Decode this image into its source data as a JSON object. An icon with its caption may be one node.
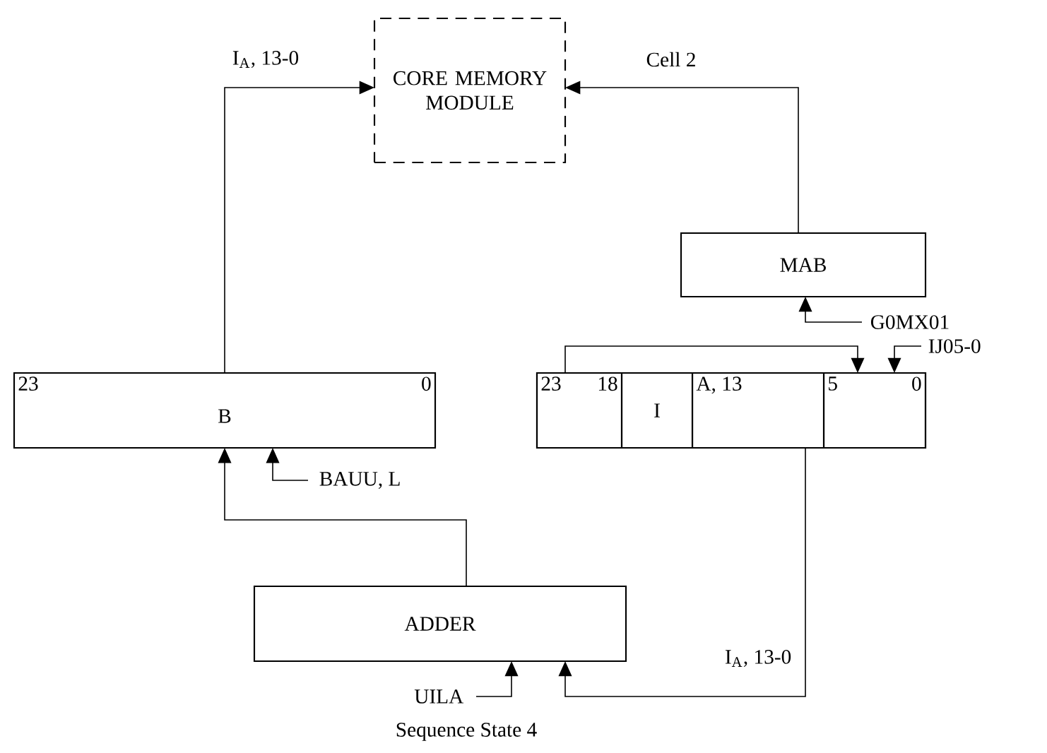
{
  "diagram": {
    "caption": "Sequence State 4",
    "nodes": [
      {
        "text": [
          "CORE MEMORY MODULE"
        ]
      },
      {
        "text": [
          "MAB"
        ]
      },
      {
        "text": [
          "B",
          "23",
          "0"
        ]
      },
      {
        "text": [],
        "shape": "box"
      },
      {
        "text": [
          "23",
          "18"
        ],
        "in": 3
      },
      {
        "text": [
          "I"
        ],
        "in": 3
      },
      {
        "text": [
          "A, 13"
        ],
        "in": 3
      },
      {
        "text": [
          "5",
          "0"
        ],
        "in": 3
      },
      {
        "text": [
          "ADDER"
        ]
      }
    ],
    "edges": [
      {
        "from": 2,
        "to": 0,
        "arrow": "to",
        "label": "I$_{A}$, 13-0"
      },
      {
        "from": 1,
        "to": 0,
        "arrow": "to",
        "label": "Cell 2"
      },
      {
        "from": null,
        "to": 1,
        "arrow": "to",
        "label": "G0MX01"
      },
      {
        "from": 4,
        "to": 7,
        "arrow": "to"
      },
      {
        "from": null,
        "to": 7,
        "arrow": "to",
        "label": "IJ05-0"
      },
      {
        "from": 8,
        "to": 2,
        "arrow": "to"
      },
      {
        "from": null,
        "to": 2,
        "arrow": "to",
        "label": "BAUU, L"
      },
      {
        "from": null,
        "to": 8,
        "arrow": "to",
        "label": "UILA"
      },
      {
        "from": 6,
        "to": 8,
        "arrow": "to",
        "label": "I$_{A}$, 13-0"
      }
    ]
  }
}
